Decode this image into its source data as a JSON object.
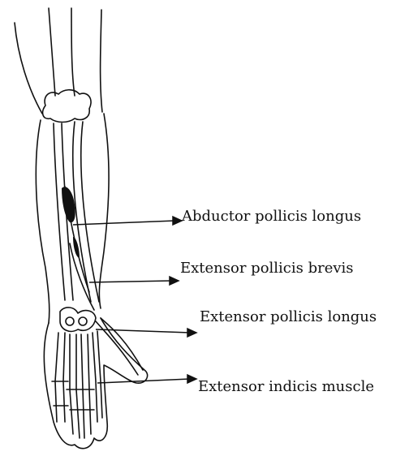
{
  "diagram": {
    "labels": [
      {
        "id": "abductor-pollicis-longus",
        "text": "Abductor pollicis longus"
      },
      {
        "id": "extensor-pollicis-brevis",
        "text": "Extensor pollicis brevis"
      },
      {
        "id": "extensor-pollicis-longus",
        "text": "Extensor pollicis longus"
      },
      {
        "id": "extensor-indicis-muscle",
        "text": "Extensor indicis muscle"
      }
    ],
    "colors": {
      "ink": "#111111",
      "background": "#ffffff"
    }
  }
}
